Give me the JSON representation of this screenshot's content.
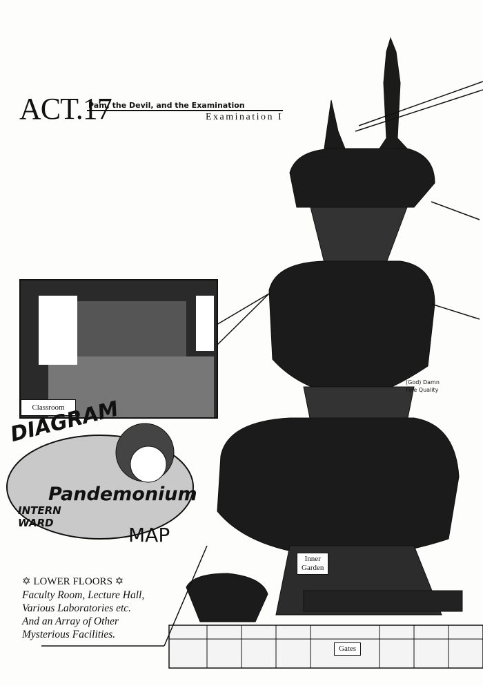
{
  "header": {
    "act": "ACT.17",
    "subtitle": "Pam, the Devil, and the Examination",
    "chapter": "Examination I"
  },
  "panel": {
    "label": "Classroom"
  },
  "title_art": {
    "diagram": "DIAGRAM",
    "pandemonium": "Pandemonium",
    "intern": "INTERN",
    "ward": "WARD",
    "map": "MAP"
  },
  "lower_floors": {
    "heading": "✡ LOWER FLOORS ✡",
    "lines": [
      "Faculty Room, Lecture Hall,",
      "Various Laboratories etc.",
      "And an Array of Other",
      "Mysterious Facilities."
    ]
  },
  "tower_labels": {
    "quality_line1": "(God) Damn",
    "quality_line2": "Fine Quality",
    "inner_garden_line1": "Inner",
    "inner_garden_line2": "Garden",
    "gates": "Gates"
  }
}
